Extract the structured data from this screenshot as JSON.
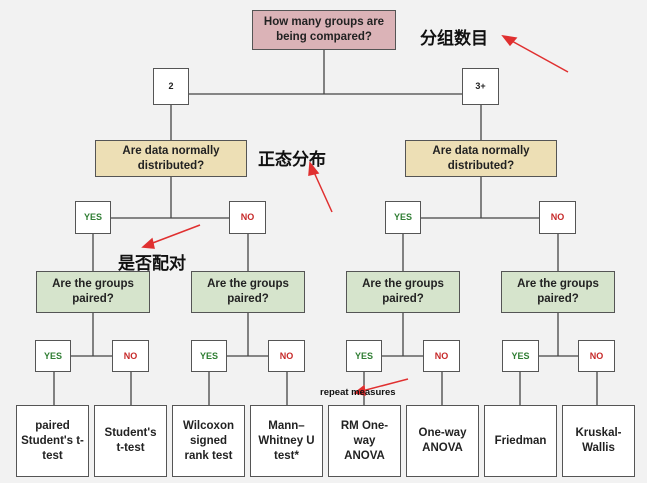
{
  "boxes": {
    "root": "How many groups are being compared?",
    "two": "2",
    "three_plus": "3+",
    "normal_left": "Are data normally distributed?",
    "normal_right": "Are data normally distributed?",
    "yes_1": "YES",
    "no_1": "NO",
    "yes_2": "YES",
    "no_2": "NO",
    "paired_1": "Are the groups paired?",
    "paired_2": "Are the groups paired?",
    "paired_3": "Are the groups paired?",
    "paired_4": "Are the groups paired?",
    "yes_3": "YES",
    "no_3": "NO",
    "yes_4": "YES",
    "no_4": "NO",
    "yes_5": "YES",
    "no_5": "NO",
    "yes_6": "YES",
    "no_6": "NO",
    "leaf_paired_t": "paired Student's t-test",
    "leaf_student_t": "Student's t-test",
    "leaf_wilcoxon": "Wilcoxon signed rank test",
    "leaf_mann": "Mann–Whitney U test*",
    "leaf_rm_anova": "RM One-way ANOVA",
    "leaf_anova": "One-way ANOVA",
    "leaf_friedman": "Friedman",
    "leaf_kruskal": "Kruskal-Wallis"
  },
  "annotations": {
    "group_count": "分组数目",
    "normality": "正态分布",
    "pairing": "是否配对",
    "repeat_measures": "repeat measures"
  },
  "colors": {
    "arrow": "#e03030",
    "line": "#444444"
  }
}
